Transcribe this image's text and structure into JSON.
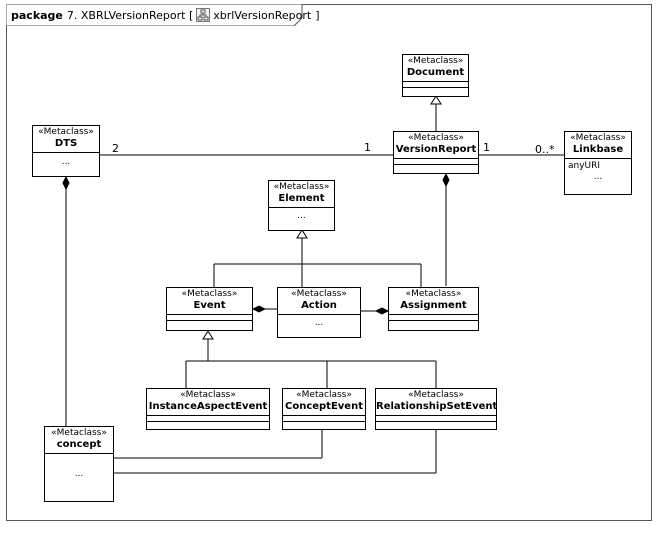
{
  "frame": {
    "keyword": "package",
    "title": "7. XBRLVersionReport [",
    "subtitle": "xbrlVersionReport",
    "close_bracket": "]"
  },
  "stereotype": "«Metaclass»",
  "classes": {
    "document": {
      "name": "Document",
      "attr": "",
      "ops": ""
    },
    "dts": {
      "name": "DTS",
      "attr": "..."
    },
    "version_report": {
      "name": "VersionReport",
      "attr": ""
    },
    "linkbase": {
      "name": "Linkbase",
      "attr": "anyURI",
      "ops": "..."
    },
    "element": {
      "name": "Element",
      "attr": "..."
    },
    "event": {
      "name": "Event",
      "attr": ""
    },
    "action": {
      "name": "Action",
      "attr": "..."
    },
    "assignment": {
      "name": "Assignment",
      "attr": ""
    },
    "instance_aspect_event": {
      "name": "InstanceAspectEvent",
      "attr": ""
    },
    "concept_event": {
      "name": "ConceptEvent",
      "attr": ""
    },
    "relationship_set_event": {
      "name": "RelationshipSetEvent",
      "attr": ""
    },
    "concept": {
      "name": "concept",
      "attr": "..."
    }
  },
  "multiplicities": {
    "dts_vr_dts": "2",
    "dts_vr_vr": "1",
    "vr_lb_vr": "1",
    "vr_lb_lb": "0..*"
  }
}
